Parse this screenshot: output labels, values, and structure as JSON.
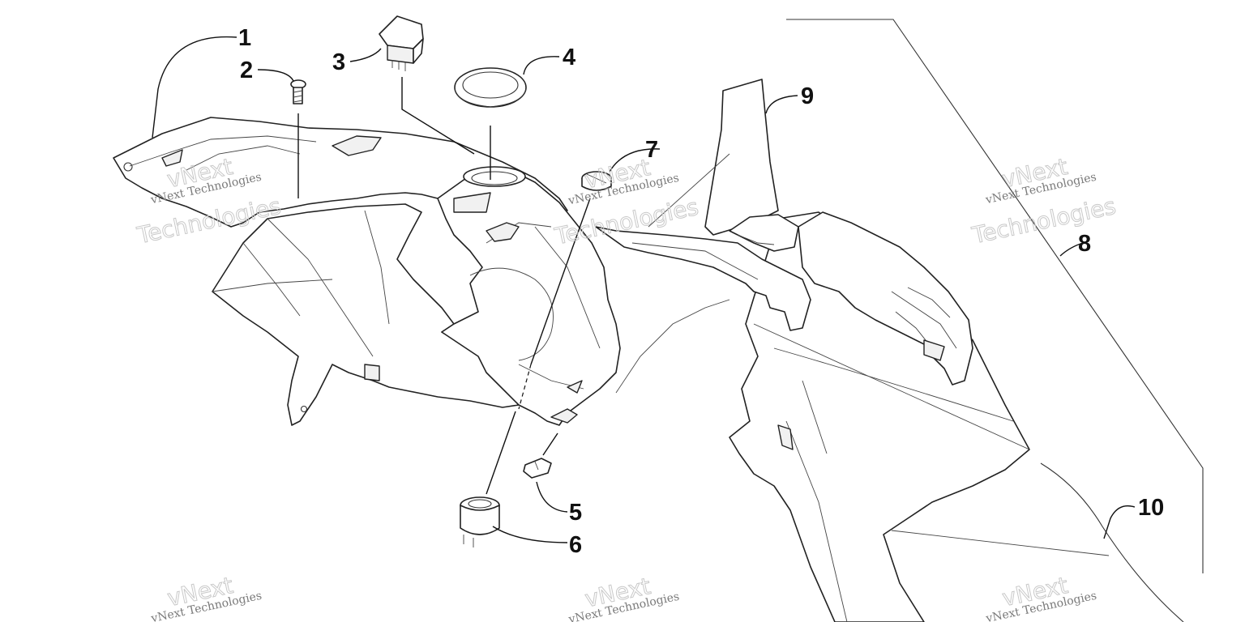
{
  "callouts": [
    "1",
    "2",
    "3",
    "4",
    "5",
    "6",
    "7",
    "8",
    "9",
    "10"
  ],
  "watermark": {
    "line1": "vNext Technologies",
    "brand_top": "vNext",
    "brand_bottom": "Technologies"
  }
}
